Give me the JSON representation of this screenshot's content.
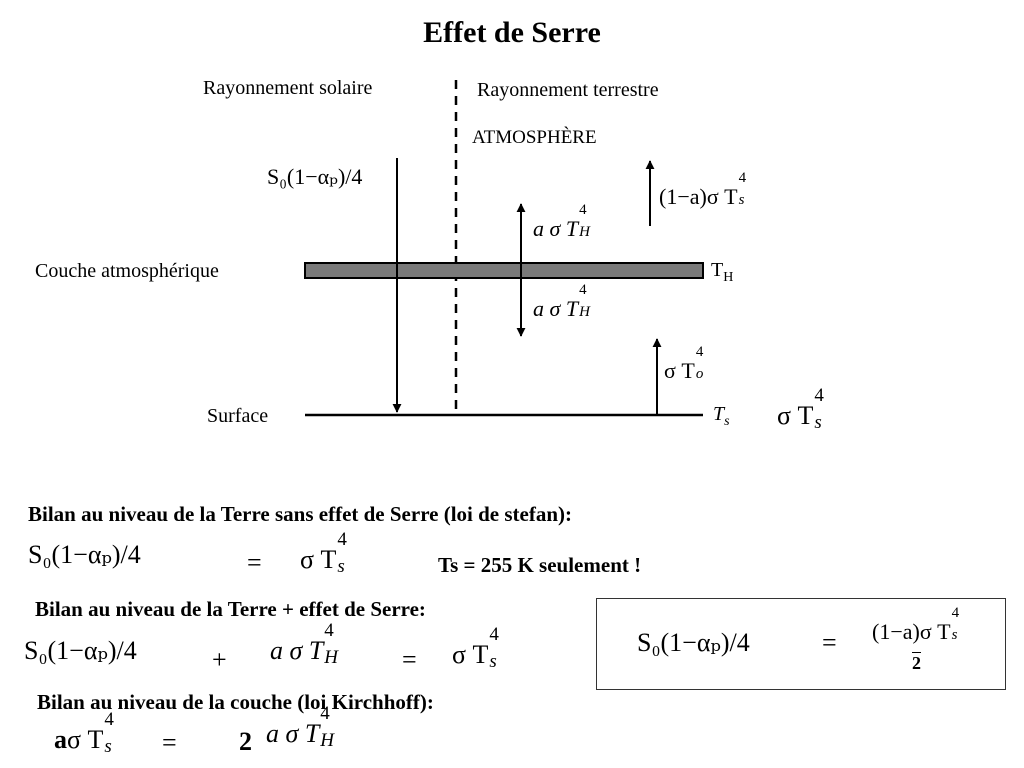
{
  "title": "Effet de Serre",
  "diagram": {
    "header_left": "Rayonnement solaire",
    "header_right": "Rayonnement terrestre",
    "atmosphere_label": "ATMOSPHÈRE",
    "layer_label": "Couche atmosphérique",
    "layer_temp": "T",
    "layer_temp_sub": "H",
    "surface_label": "Surface",
    "surface_temp": "T",
    "surface_temp_sub": "s",
    "solar_flux": "S₀(1−αₚ)/4",
    "escaping_flux": "(1−a)σ T",
    "up_from_layer": "a σ T",
    "down_from_layer": "a σ T",
    "up_from_surface": "σ T",
    "surface_emission": "σ T",
    "layer_color": "#7a7a7a"
  },
  "equations": {
    "line1_title": "Bilan au niveau de la Terre sans effet de Serre (loi de stefan):",
    "line1_lhs": "S₀(1−αₚ)/4",
    "line1_eq": "=",
    "line1_rhs": "σ T",
    "line1_result": "Ts = 255 K   seulement !",
    "line2_title": "Bilan au niveau de la Terre + effet de Serre:",
    "line2_lhs": "S₀(1−αₚ)/4",
    "line2_plus": "+",
    "line2_term": "a σ T",
    "line2_eq": "=",
    "line2_rhs": "σ T",
    "box_lhs": "S₀(1−αₚ)/4",
    "box_eq": "=",
    "box_num": "(1−a)σ T",
    "box_den": "2",
    "line3_title": "Bilan au niveau de la couche (loi Kirchhoff):",
    "line3_lhs_a": "a",
    "line3_lhs": "σ T",
    "line3_eq": "=",
    "line3_coef": "2",
    "line3_rhs": "a σ T"
  }
}
